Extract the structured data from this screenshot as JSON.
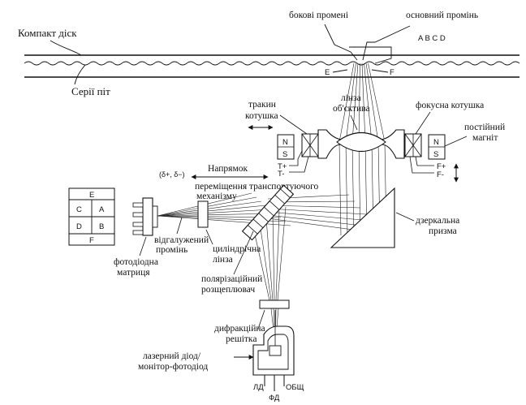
{
  "labels": {
    "compact_disc": "Компакт діск",
    "pit_series": "Серії піт",
    "side_beams": "бокові промені",
    "main_beam": "основний промінь",
    "abcd": "A B C D",
    "e": "E",
    "f": "F",
    "objective_lens_1": "лінза",
    "objective_lens_2": "об'єктива",
    "tracking_coil_1": "тракин",
    "tracking_coil_2": "котушка",
    "focus_coil": "фокусна котушка",
    "permanent_magnet_1": "постійний",
    "permanent_magnet_2": "магніт",
    "n": "N",
    "s": "S",
    "t_plus": "T+",
    "t_minus": "T-",
    "f_plus": "F+",
    "f_minus": "F-",
    "delta": "(δ+, δ−)",
    "direction": "Напрямок",
    "transport_move_1": "переміщення транспортуючого",
    "transport_move_2": "механізму",
    "mirror_prism_1": "дзеркальна",
    "mirror_prism_2": "призма",
    "branched_beam_1": "відгалужений",
    "branched_beam_2": "промінь",
    "cylindrical_lens_1": "циліндрічна",
    "cylindrical_lens_2": "лінза",
    "photodiode_matrix_1": "фотодіодна",
    "photodiode_matrix_2": "матриця",
    "polarizing_splitter_1": "полярізаційний",
    "polarizing_splitter_2": "розщеплювач",
    "diffraction_grating_1": "дифракційна",
    "diffraction_grating_2": "решітка",
    "laser_diode_1": "лазерний діод/",
    "laser_diode_2": "монітор-фотодіод",
    "pin_ld": "ЛД",
    "pin_fd": "ФД",
    "pin_common": "ОБЩ"
  },
  "photodiode_cells": {
    "top": "E",
    "mid_left_top": "C",
    "mid_right_top": "A",
    "mid_left_bottom": "D",
    "mid_right_bottom": "B",
    "bottom": "F"
  }
}
